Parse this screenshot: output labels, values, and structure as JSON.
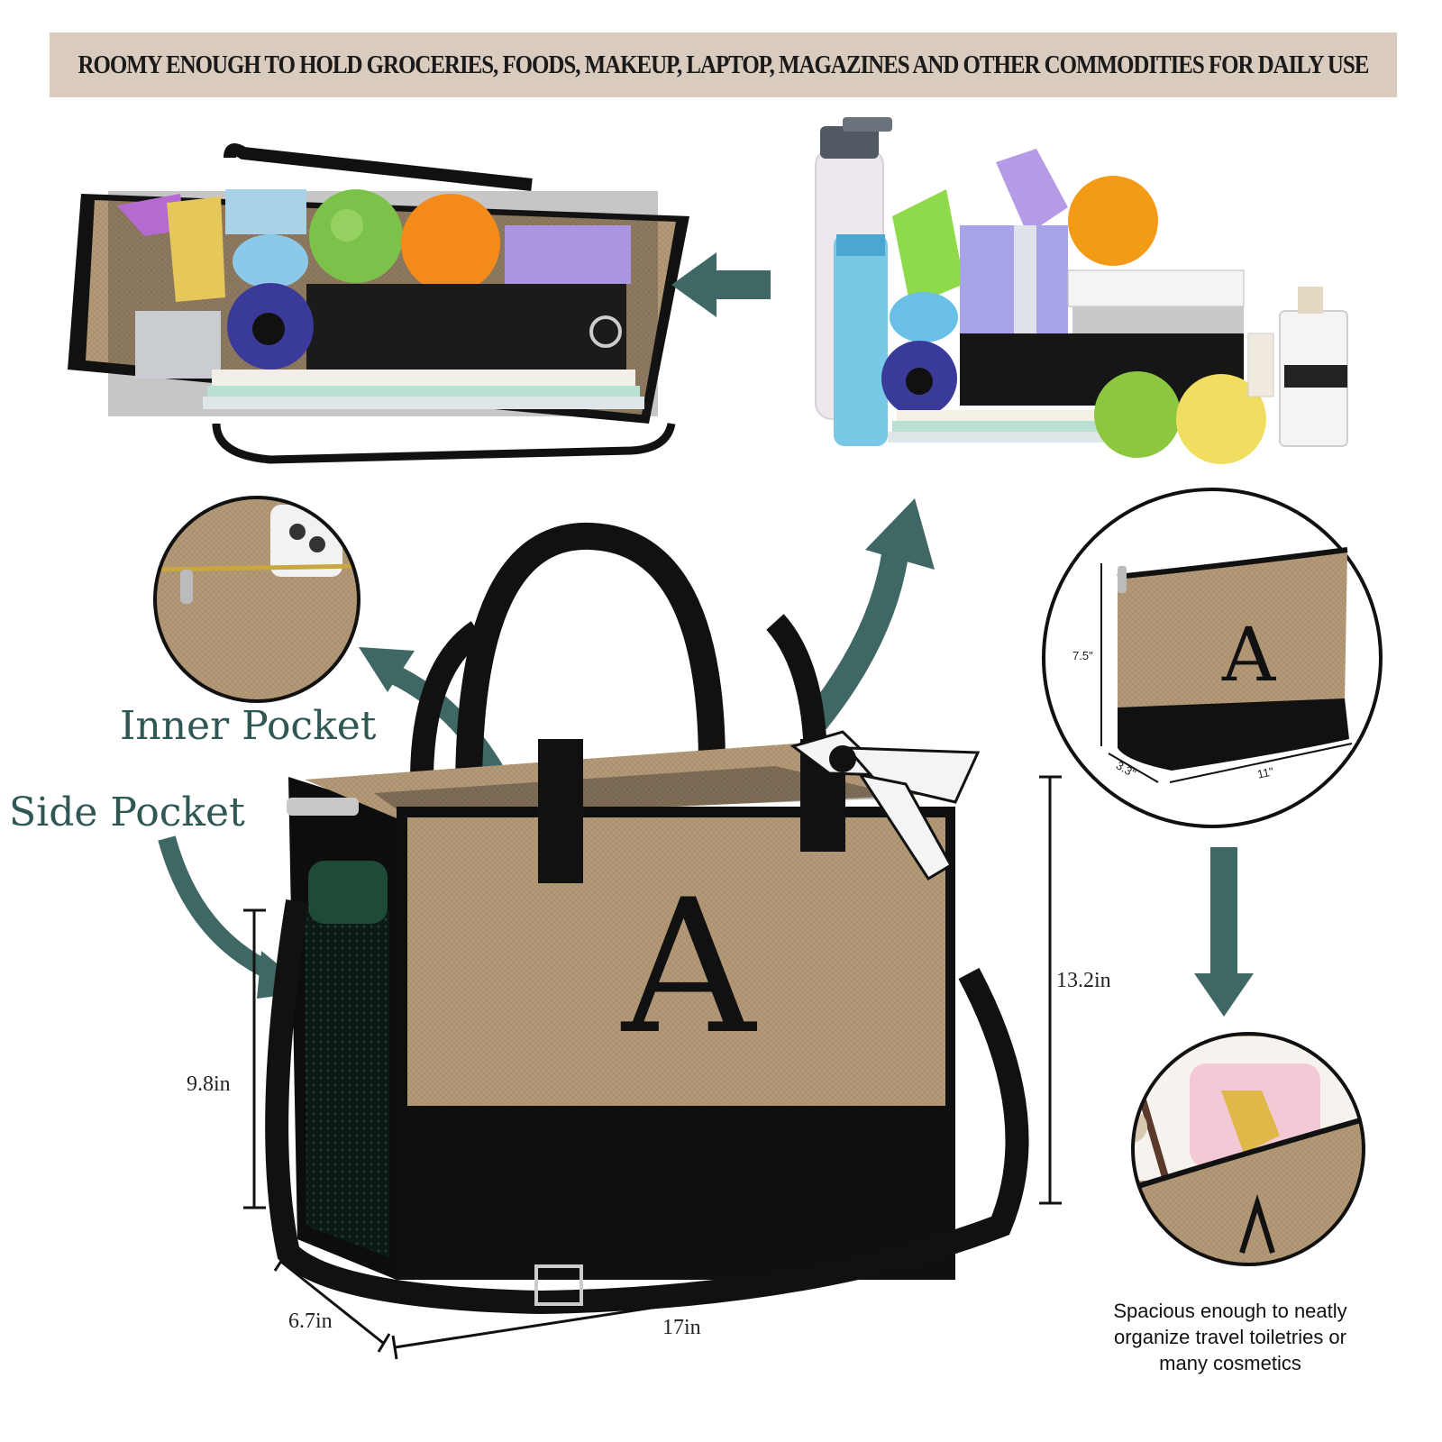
{
  "banner": {
    "text": "ROOMY ENOUGH TO HOLD GROCERIES, FOODS, MAKEUP, LAPTOP, MAGAZINES AND OTHER COMMODITIES FOR DAILY USE"
  },
  "callouts": {
    "inner_pocket": "Inner Pocket",
    "side_pocket": "Side Pocket"
  },
  "tote": {
    "monogram": "A",
    "height": "13.2in",
    "pocket_height": "9.8in",
    "depth": "6.7in",
    "width": "17in"
  },
  "pouch": {
    "monogram": "A",
    "height": "7.5\"",
    "depth": "3.3\"",
    "width": "11\""
  },
  "caption": {
    "line1": "Spacious enough to neatly",
    "line2": "organize travel toiletries or",
    "line3": "many cosmetics"
  },
  "colors": {
    "jute": "#b49a78",
    "black": "#111111",
    "arrow": "#3f6763",
    "banner": "#d9cbbd"
  }
}
